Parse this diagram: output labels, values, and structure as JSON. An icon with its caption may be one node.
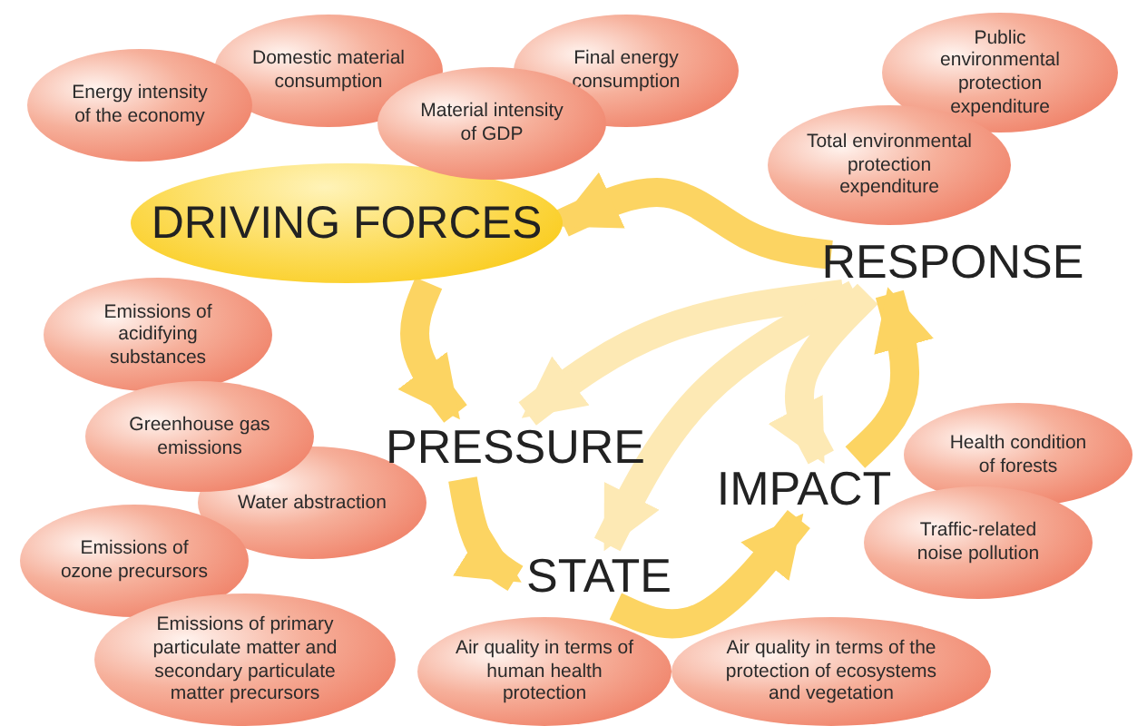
{
  "diagram": {
    "nodes": [
      {
        "text": [
          "Energy intensity of the economy"
        ]
      },
      {
        "text": [
          "Domestic material consumption"
        ]
      },
      {
        "text": [
          "Material intensity of GDP"
        ]
      },
      {
        "text": [
          "Final energy consumption"
        ]
      },
      {
        "text": [
          "Public environmental protection expenditure"
        ]
      },
      {
        "text": [
          "Total environmental protection expenditure"
        ]
      },
      {
        "text": [
          "DRIVING FORCES"
        ]
      },
      {
        "text": [
          "RESPONSE"
        ]
      },
      {
        "text": [
          "Emissions of acidifying substances"
        ]
      },
      {
        "text": [
          "Greenhouse gas emissions"
        ]
      },
      {
        "text": [
          "Water abstraction"
        ]
      },
      {
        "text": [
          "PRESSURE"
        ]
      },
      {
        "text": [
          "IMPACT"
        ]
      },
      {
        "text": [
          "Health condition of forests"
        ]
      },
      {
        "text": [
          "Emissions of ozone precursors"
        ]
      },
      {
        "text": [
          "Traffic-related noise pollution"
        ]
      },
      {
        "text": [
          "STATE"
        ]
      },
      {
        "text": [
          "Emissions of primary particulate matter and secondary particulate matter precursors"
        ]
      },
      {
        "text": [
          "Air quality in terms of human health protection"
        ]
      },
      {
        "text": [
          "Air quality in terms of the protection of ecosystems and vegetation"
        ]
      }
    ],
    "edges": [
      {
        "from": 7,
        "to": 6,
        "arrow": "to"
      },
      {
        "from": 6,
        "to": 11,
        "arrow": "to"
      },
      {
        "from": 11,
        "to": 16,
        "arrow": "to"
      },
      {
        "from": 16,
        "to": 12,
        "arrow": "to"
      },
      {
        "from": 12,
        "to": 7,
        "arrow": "to"
      },
      {
        "from": 7,
        "to": 11,
        "arrow": "to",
        "color": "#fde9b4"
      },
      {
        "from": 7,
        "to": 16,
        "arrow": "to",
        "color": "#fde9b4"
      },
      {
        "from": 7,
        "to": 12,
        "arrow": "to",
        "color": "#fde9b4"
      }
    ]
  }
}
